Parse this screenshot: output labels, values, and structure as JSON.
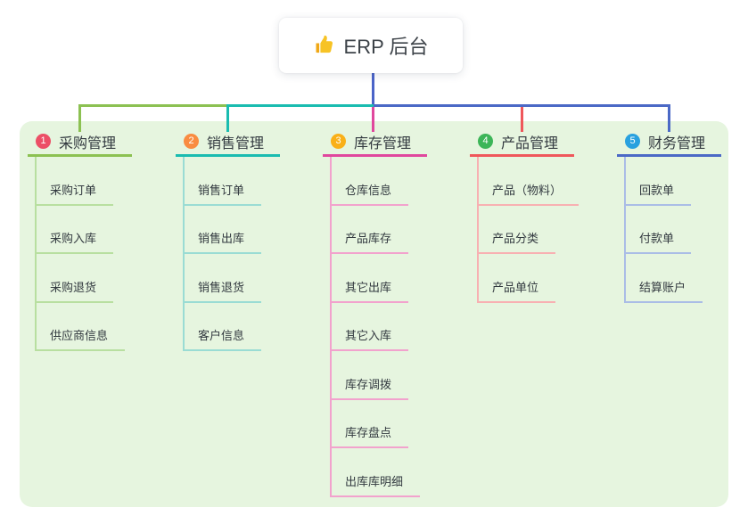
{
  "root": {
    "title": "ERP 后台",
    "icon": "thumbs-up-icon"
  },
  "colors": {
    "root_connector": "#4b64c8",
    "panel_bg": "#e6f5df",
    "root_box_bg": "#ffffff",
    "text": "#333a40",
    "thumb_icon": "#f7c325"
  },
  "branches": [
    {
      "index": "1",
      "label": "采购管理",
      "badge_color": "#ec4f66",
      "line_color": "#8cc152",
      "child_line_color": "#b8dfa0",
      "children": [
        "采购订单",
        "采购入库",
        "采购退货",
        "供应商信息"
      ]
    },
    {
      "index": "2",
      "label": "销售管理",
      "badge_color": "#f98c41",
      "line_color": "#1abcb0",
      "child_line_color": "#9adcd4",
      "children": [
        "销售订单",
        "销售出库",
        "销售退货",
        "客户信息"
      ]
    },
    {
      "index": "3",
      "label": "库存管理",
      "badge_color": "#f9b018",
      "line_color": "#e0479d",
      "child_line_color": "#f2a2cd",
      "children": [
        "仓库信息",
        "产品库存",
        "其它出库",
        "其它入库",
        "库存调拨",
        "库存盘点",
        "出库库明细"
      ]
    },
    {
      "index": "4",
      "label": "产品管理",
      "badge_color": "#3cb558",
      "line_color": "#ef575b",
      "child_line_color": "#f8b0b2",
      "children": [
        "产品（物料）",
        "产品分类",
        "产品单位"
      ]
    },
    {
      "index": "5",
      "label": "财务管理",
      "badge_color": "#29a1df",
      "line_color": "#4b69c6",
      "child_line_color": "#aabde6",
      "children": [
        "回款单",
        "付款单",
        "结算账户"
      ]
    }
  ]
}
